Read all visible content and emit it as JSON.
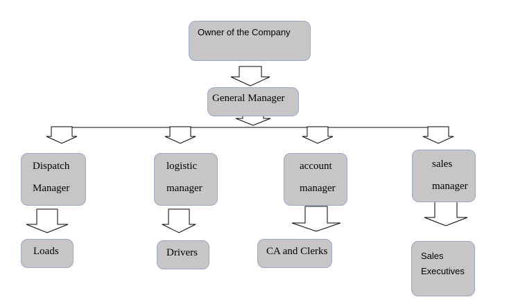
{
  "diagram": {
    "type": "org-chart",
    "fill_color": "#c6c6c6",
    "border_color": "#9aa6c6",
    "arrow_style": "block-arrow-down",
    "nodes": {
      "owner": "Owner of the Company",
      "general_manager": "General Manager",
      "dispatch_manager": [
        "Dispatch",
        "Manager"
      ],
      "logistic_manager": [
        "logistic",
        "manager"
      ],
      "account_manager": [
        "account",
        "manager"
      ],
      "sales_manager": [
        "sales",
        "manager"
      ],
      "loads": "Loads",
      "drivers": "Drivers",
      "ca_clerks": "CA and Clerks",
      "sales_executives": [
        "Sales",
        "Executives"
      ]
    },
    "edges": [
      [
        "owner",
        "general_manager"
      ],
      [
        "general_manager",
        "dispatch_manager"
      ],
      [
        "general_manager",
        "logistic_manager"
      ],
      [
        "general_manager",
        "account_manager"
      ],
      [
        "general_manager",
        "sales_manager"
      ],
      [
        "dispatch_manager",
        "loads"
      ],
      [
        "logistic_manager",
        "drivers"
      ],
      [
        "account_manager",
        "ca_clerks"
      ],
      [
        "sales_manager",
        "sales_executives"
      ]
    ]
  }
}
